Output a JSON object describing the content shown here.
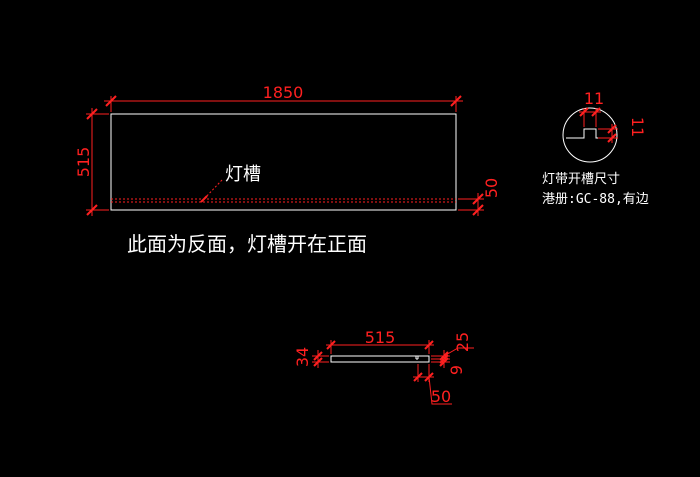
{
  "colors": {
    "background": "#000000",
    "outline": "#ffffff",
    "dimension": "#ff2020"
  },
  "front_view": {
    "width_dim": "1850",
    "height_dim": "515",
    "groove_offset_dim": "50",
    "groove_label": "灯槽",
    "note": "此面为反面，灯槽开在正面"
  },
  "detail": {
    "width_dim": "11",
    "depth_dim": "11",
    "title": "灯带开槽尺寸",
    "spec": "港册:GC-88,有边"
  },
  "side_view": {
    "length_dim": "515",
    "thickness_dim": "34",
    "offset_dim": "50",
    "dim_25": "25",
    "dim_9": "9"
  }
}
